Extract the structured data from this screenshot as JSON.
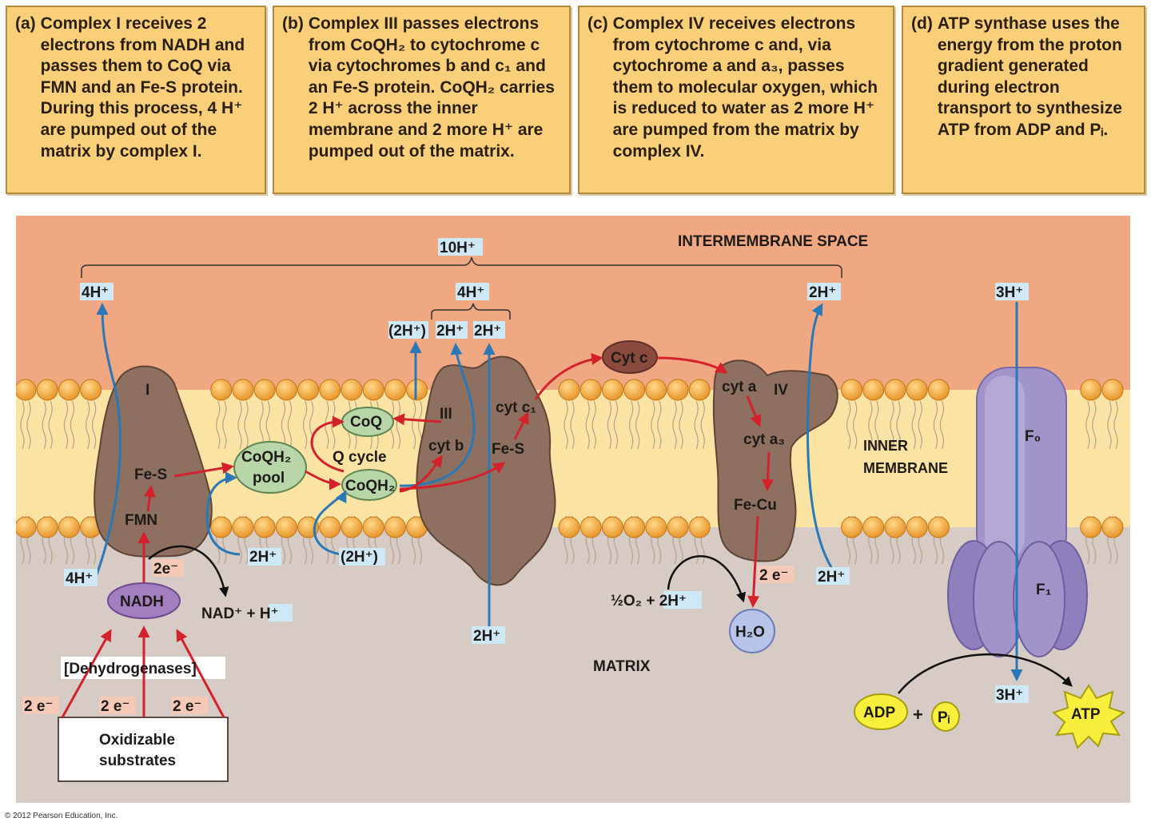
{
  "panels": [
    {
      "letter": "(a)",
      "title": "Complex I",
      "text": "receives 2 electrons from NADH and passes them to CoQ via FMN and an Fe-S protein. During this process, 4 H⁺ are pumped out of the matrix by complex I."
    },
    {
      "letter": "(b)",
      "title": "Complex III",
      "text": "passes electrons from CoQH₂ to cytochrome c via cytochromes b and c₁ and an Fe-S protein.  CoQH₂ carries 2 H⁺ across the inner membrane and 2 more H⁺ are pumped out of the matrix."
    },
    {
      "letter": "(c)",
      "title": "Complex IV",
      "text": "receives electrons from cytochrome c and, via cytochrome a and a₃, passes them to molecular oxygen, which is reduced to water as 2 more H⁺ are pumped from the matrix by complex IV."
    },
    {
      "letter": "(d)",
      "title": "ATP synthase",
      "text": "uses the energy from the proton gradient generated during electron transport to synthesize ATP from ADP and Pᵢ."
    }
  ],
  "regions": {
    "intermembrane": "INTERMEMBRANE SPACE",
    "inner1": "INNER",
    "inner2": "MEMBRANE",
    "matrix": "MATRIX"
  },
  "protons": {
    "total": "10H⁺",
    "c1_out": "4H⁺",
    "c1_in": "4H⁺",
    "c3_total": "4H⁺",
    "q_out": "(2H⁺)",
    "c3_out_a": "2H⁺",
    "c3_out_b": "2H⁺",
    "pool_in": "2H⁺",
    "q_in": "(2H⁺)",
    "c3_in": "2H⁺",
    "c4_out": "2H⁺",
    "c4_in": "2H⁺",
    "atp_out": "3H⁺",
    "atp_in": "3H⁺"
  },
  "complex1": {
    "numeral": "I",
    "fes": "Fe-S",
    "fmn": "FMN"
  },
  "complex3": {
    "numeral": "III",
    "cytb": "cyt b",
    "cytc1": "cyt c₁",
    "fes": "Fe-S"
  },
  "complex4": {
    "numeral": "IV",
    "cyta": "cyt a",
    "cyta3": "cyt a₃",
    "fecu": "Fe-Cu"
  },
  "atpsynthase": {
    "f0": "F₀",
    "f1": "F₁"
  },
  "molecules": {
    "coqh2_pool_1": "CoQH₂",
    "coqh2_pool_2": "pool",
    "coq": "CoQ",
    "qcycle": "Q cycle",
    "coqh2": "CoQH₂",
    "cytc": "Cyt c",
    "nadh": "NADH",
    "nad": "NAD⁺ + H⁺",
    "dehydrogenases": "[Dehydrogenases]",
    "substrates_1": "Oxidizable",
    "substrates_2": "substrates",
    "two_e": "2e⁻",
    "two_e_a": "2 e⁻",
    "two_e_b": "2 e⁻",
    "two_e_c": "2 e⁻",
    "two_e_iv": "2 e⁻",
    "oxygen": "½O₂ + 2H⁺",
    "water": "H₂O",
    "adp": "ADP",
    "plus": "+",
    "pi": "Pᵢ",
    "atp": "ATP"
  },
  "copyright": "© 2012 Pearson Education, Inc.",
  "colors": {
    "intermembrane": "#f0a883",
    "membrane": "#fbe3a4",
    "matrix": "#d6cbc5",
    "protein": "#8d7060",
    "proton_arrow": "#2a78b8",
    "electron_arrow": "#d3222c",
    "atp_synthase": "#a293c9",
    "coq": "#b9d6a9",
    "nadh": "#a27fc0"
  }
}
